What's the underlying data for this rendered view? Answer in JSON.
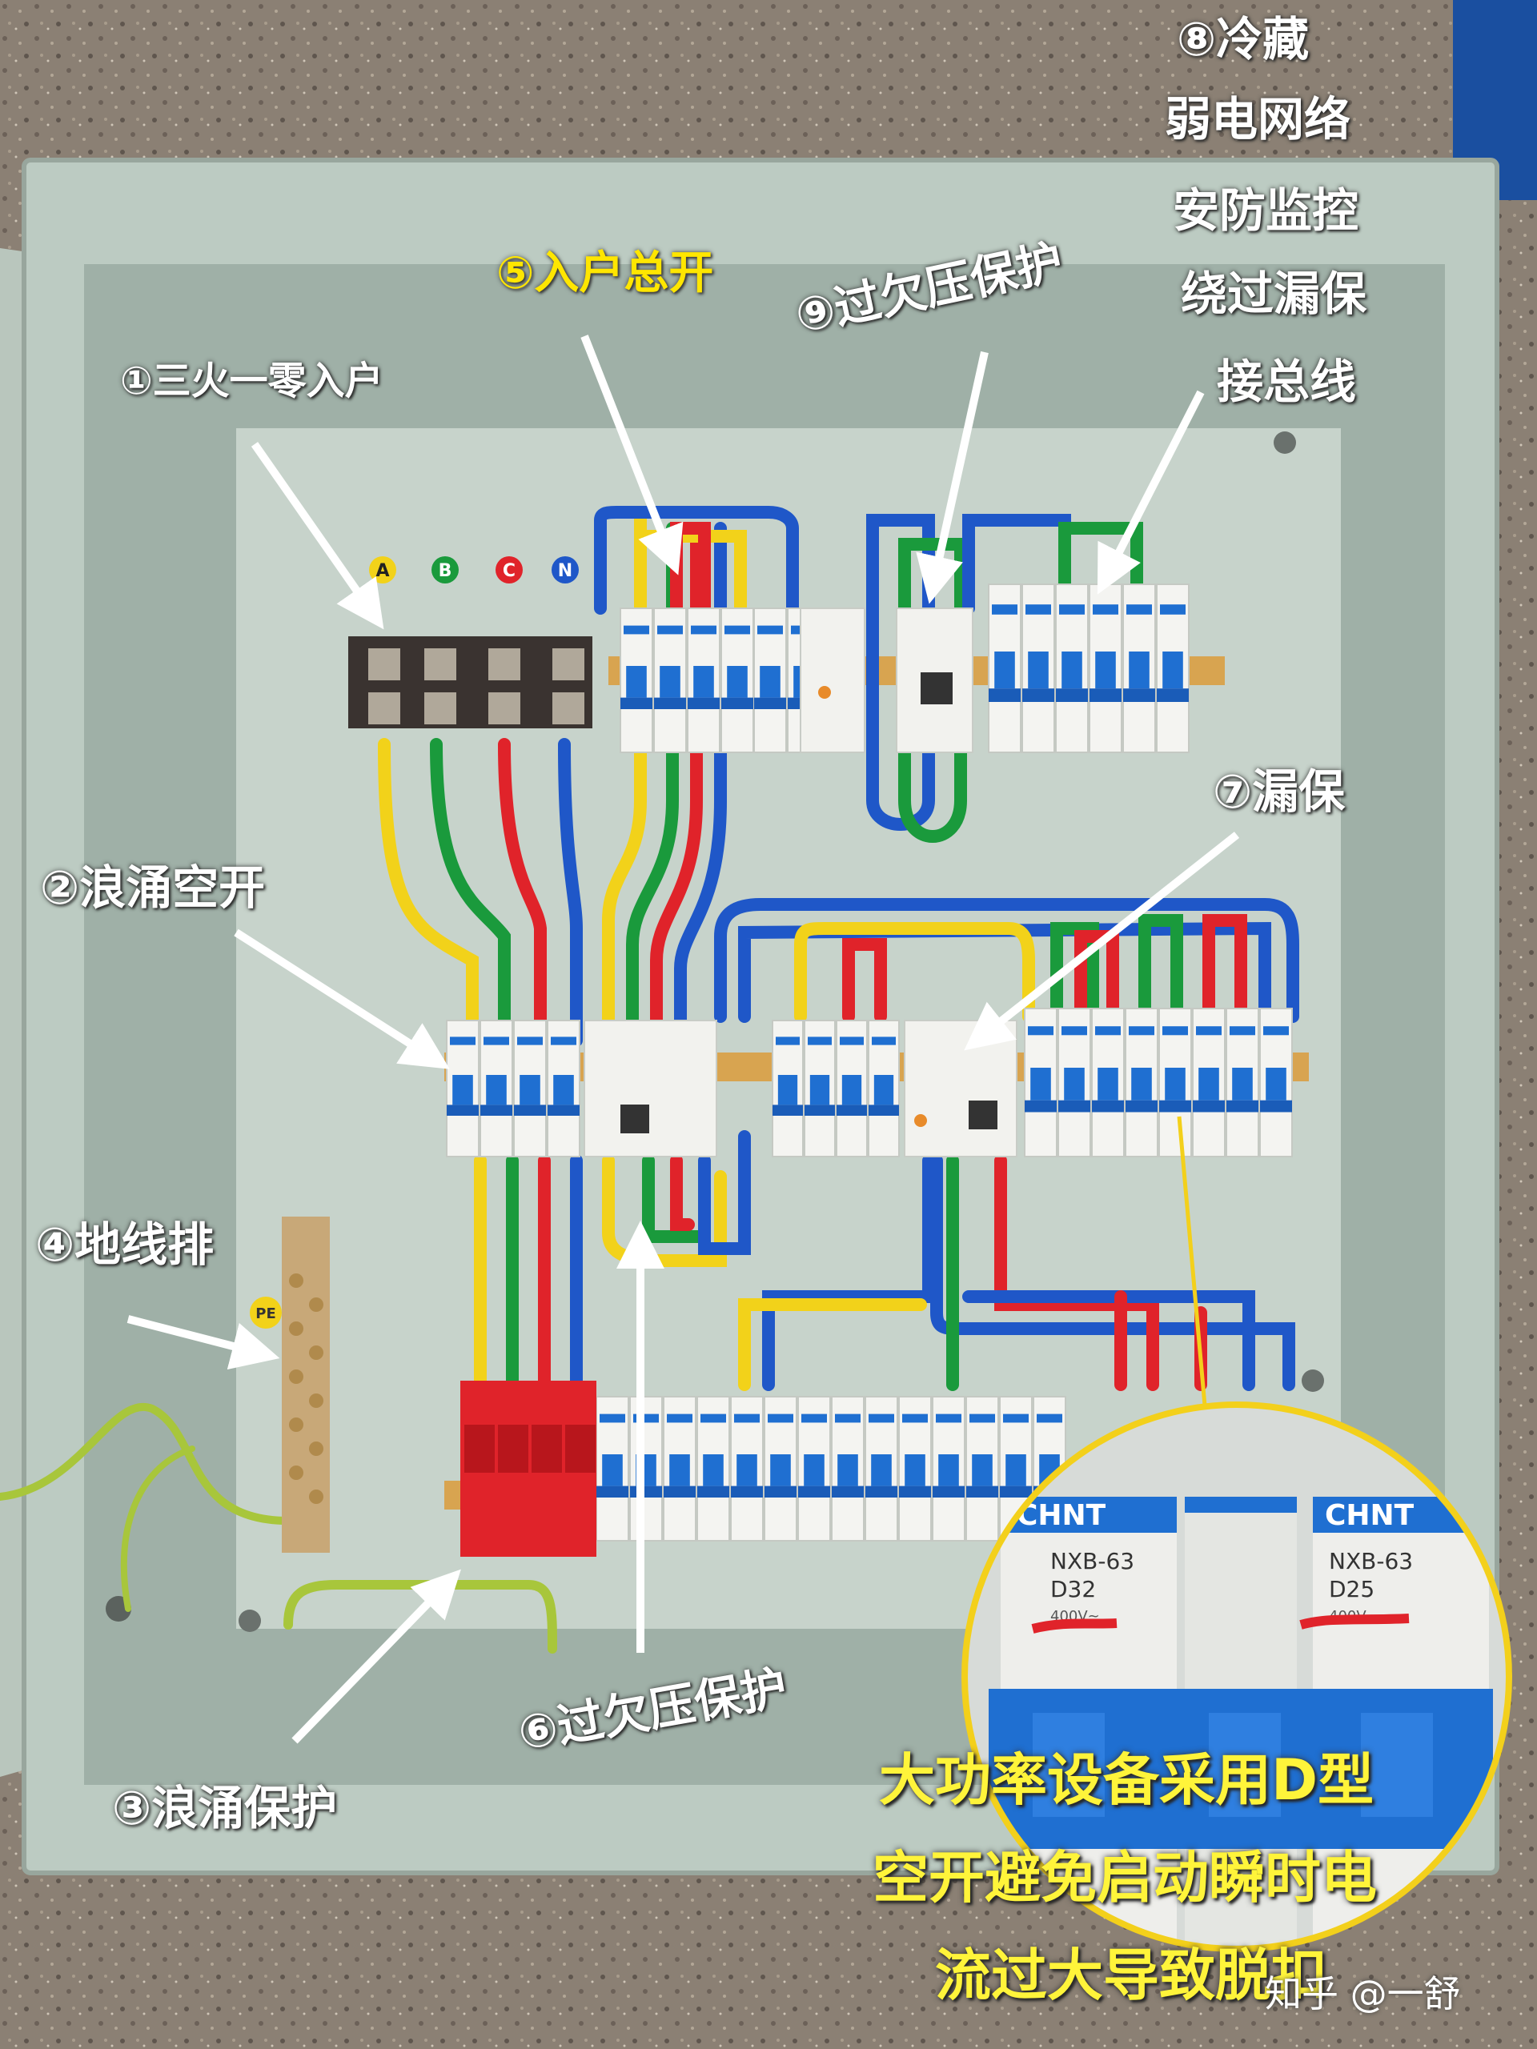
{
  "labels": {
    "l1": "①三火一零入户",
    "l2": "②浪涌空开",
    "l3": "③浪涌保护",
    "l4": "④地线排",
    "l5": "⑤入户总开",
    "l6": "⑥过欠压保护",
    "l7": "⑦漏保",
    "l8a": "⑧冷藏",
    "l8b": "弱电网络",
    "l8c": "安防监控",
    "l8d": "绕过漏保",
    "l8e": "接总线",
    "l9": "⑨过欠压保护"
  },
  "phase_marks": [
    "A",
    "B",
    "C",
    "N"
  ],
  "pe_mark": "PE",
  "brand": "CHNT",
  "inset": {
    "left_model": "NXB-63",
    "left_rating": "D32",
    "right_model": "NXB-63",
    "right_rating": "D25",
    "voltage": "400V~"
  },
  "callout": [
    "大功率设备采用D型",
    "空开避免启动瞬时电",
    "流过大导致脱扣"
  ],
  "watermark": "知乎 @一舒",
  "colors": {
    "phase_a": "#f2d21a",
    "phase_b": "#1a9a3c",
    "phase_c": "#e0232a",
    "neutral": "#1f57c8",
    "breaker_handle": "#1f6fd1",
    "spd": "#e0232a",
    "arrow": "#ffffff",
    "callout_ring": "#f3d01b"
  }
}
